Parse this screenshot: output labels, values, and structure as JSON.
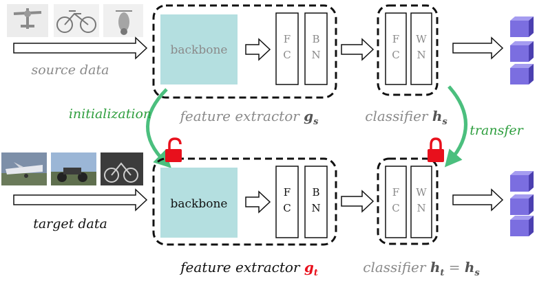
{
  "colors": {
    "backbone_fill": "#b4dfe0",
    "green": "#4bbf7e",
    "green_text": "#2e9e3e",
    "lock_red": "#e8101c",
    "gray_text": "#8a8a8a",
    "cube_face": "#7b6ee0",
    "cube_top": "#a59cf0",
    "cube_side": "#4b3fb0"
  },
  "source": {
    "label": "source data",
    "backbone": "backbone",
    "fc": [
      "F",
      "C"
    ],
    "bn": [
      "B",
      "N"
    ],
    "classifier_fc": [
      "F",
      "C"
    ],
    "classifier_wn": [
      "W",
      "N"
    ],
    "extractor_caption": "feature extractor",
    "extractor_symbol": "g",
    "extractor_sub": "s",
    "classifier_caption": "classifier",
    "classifier_symbol": "h",
    "classifier_sub": "s",
    "images": [
      "airplane-sketch-image",
      "bicycle-sketch-image",
      "motorcycle-sketch-image"
    ]
  },
  "target": {
    "label": "target data",
    "backbone": "backbone",
    "fc": [
      "F",
      "C"
    ],
    "bn": [
      "B",
      "N"
    ],
    "classifier_fc": [
      "F",
      "C"
    ],
    "classifier_wn": [
      "W",
      "N"
    ],
    "extractor_caption": "feature extractor",
    "extractor_symbol": "g",
    "extractor_sub": "t",
    "classifier_caption": "classifier",
    "classifier_symbol_left": "h",
    "classifier_sub_left": "t",
    "equals": "=",
    "classifier_symbol_right": "h",
    "classifier_sub_right": "s",
    "images": [
      "airplane-photo-image",
      "motorcycles-photo-image",
      "bicycles-photo-image"
    ]
  },
  "links": {
    "initialization": "initialization",
    "transfer": "transfer"
  },
  "icons": {
    "unlocked": "open-padlock-icon",
    "locked": "closed-padlock-icon",
    "output": "cube-stack-icon"
  }
}
